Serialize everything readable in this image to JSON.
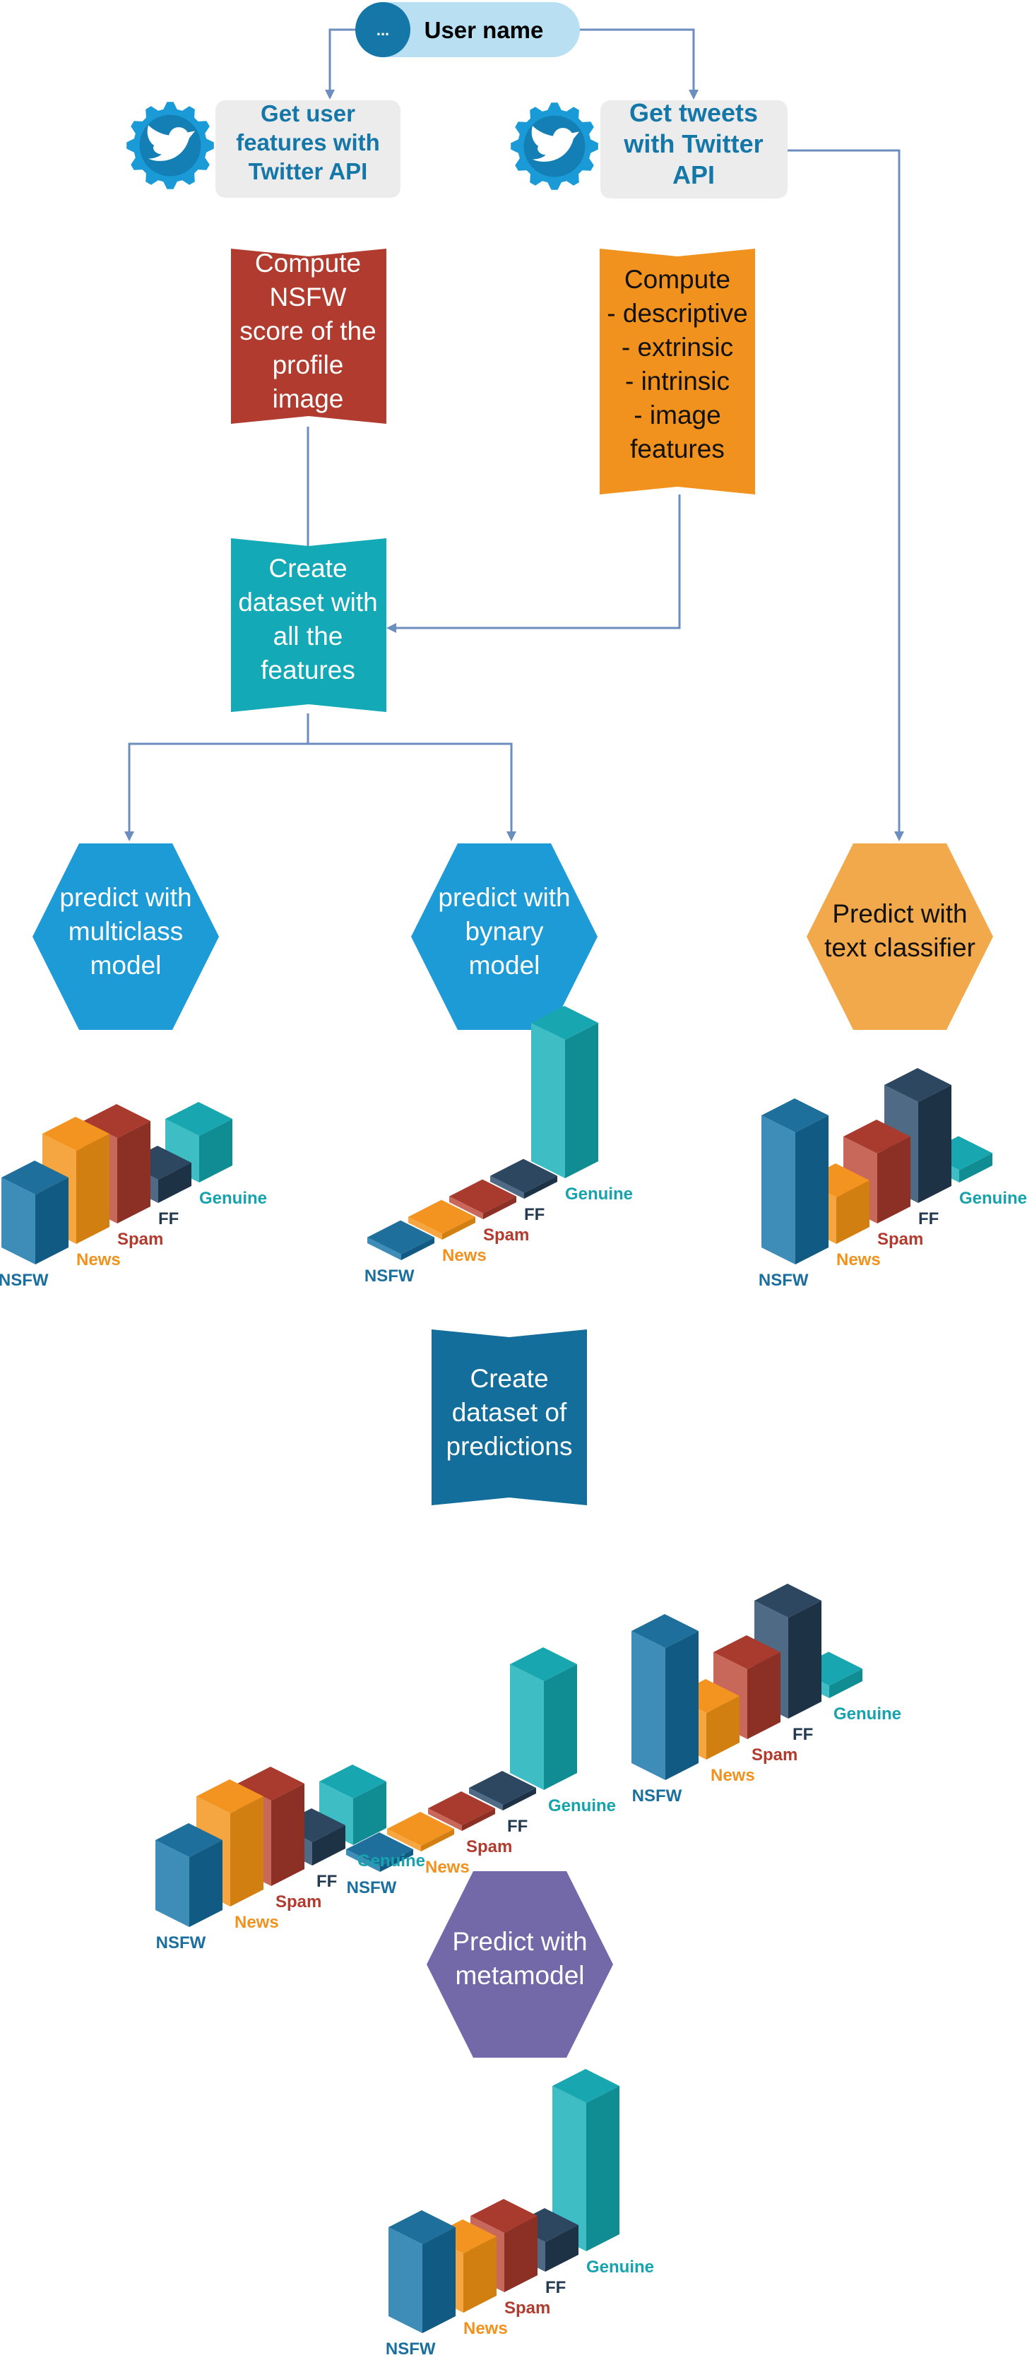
{
  "colors": {
    "nsfw": "#1b6f9e",
    "news": "#f0921d",
    "spam": "#b03b2e",
    "ff": "#233a50",
    "genuine": "#16a3ae",
    "arrow": "#6c8ebf",
    "twitter_blue": "#1a9ad6",
    "text_blue": "#1577a8",
    "light_box": "#ececec",
    "hex_blue": "#1d9bd7",
    "hex_orange": "#f2a94c",
    "hex_purple": "#7469a8",
    "create_pred": "#136e9b"
  },
  "user": {
    "avatar_text": "...",
    "label": "User name"
  },
  "steps": {
    "get_user_features": [
      "Get user",
      "features with",
      "Twitter API"
    ],
    "get_tweets": [
      "Get tweets",
      "with Twitter",
      "API"
    ],
    "compute_nsfw": [
      "Compute",
      "NSFW",
      "score of the",
      "profile",
      "image"
    ],
    "compute_features": [
      "Compute",
      "- descriptive",
      "- extrinsic",
      "- intrinsic",
      "- image",
      "features"
    ],
    "create_dataset": [
      "Create",
      "dataset with",
      "all the",
      "features"
    ],
    "predict_multiclass": [
      "predict with",
      "multiclass",
      "model"
    ],
    "predict_binary": [
      "predict with",
      "bynary",
      "model"
    ],
    "predict_text": [
      "Predict with",
      "text classifier"
    ],
    "create_predictions": [
      "Create",
      "dataset of",
      "predictions"
    ],
    "predict_meta": [
      "Predict with",
      "metamodel"
    ]
  },
  "icons": [
    "twitter-gear-icon",
    "twitter-gear-icon"
  ],
  "class_labels": [
    "NSFW",
    "News",
    "Spam",
    "FF",
    "Genuine"
  ],
  "chart_data": [
    {
      "type": "bar",
      "name": "multiclass_output",
      "categories": [
        "NSFW",
        "News",
        "Spam",
        "FF",
        "Genuine"
      ],
      "values": [
        0.45,
        0.6,
        0.55,
        0.15,
        0.3
      ]
    },
    {
      "type": "bar",
      "name": "binary_output",
      "categories": [
        "NSFW",
        "News",
        "Spam",
        "FF",
        "Genuine"
      ],
      "values": [
        0.03,
        0.03,
        0.03,
        0.03,
        0.7
      ]
    },
    {
      "type": "bar",
      "name": "text_output",
      "categories": [
        "NSFW",
        "News",
        "Spam",
        "FF",
        "Genuine"
      ],
      "values": [
        0.85,
        0.3,
        0.45,
        0.65,
        0.08
      ]
    },
    {
      "type": "bar",
      "name": "meta_output",
      "categories": [
        "NSFW",
        "News",
        "Spam",
        "FF",
        "Genuine"
      ],
      "values": [
        0.45,
        0.3,
        0.3,
        0.15,
        0.75
      ]
    }
  ]
}
